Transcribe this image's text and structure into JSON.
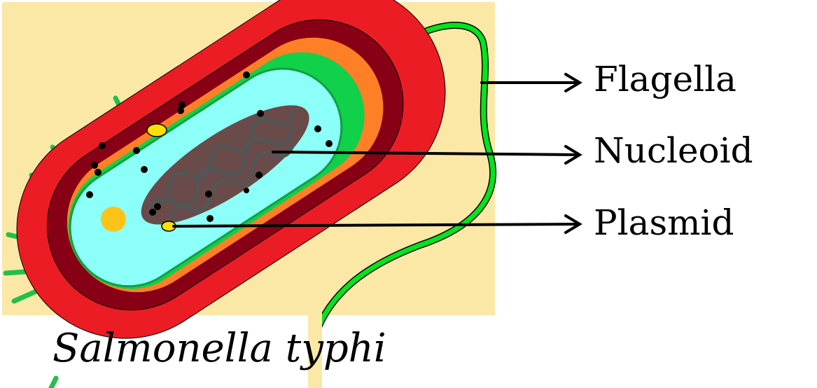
{
  "labels": {
    "flagella": "Flagella",
    "nucleoid": "Nucleoid",
    "plasmid": "Plasmid"
  },
  "caption": "Salmonella typhi",
  "colors": {
    "background": "#fbe8a6",
    "capsule": "#ec1c24",
    "cell_wall": "#880015",
    "outer_membrane": "#ff7f27",
    "membrane": "#11d04a",
    "cytoplasm": "#8cfff8",
    "flagellum": "#00e51c",
    "pili": "#22c04a",
    "nucleoid": "#5a4a4a",
    "plasmid": "#ffe000",
    "granule": "#fcc419"
  }
}
